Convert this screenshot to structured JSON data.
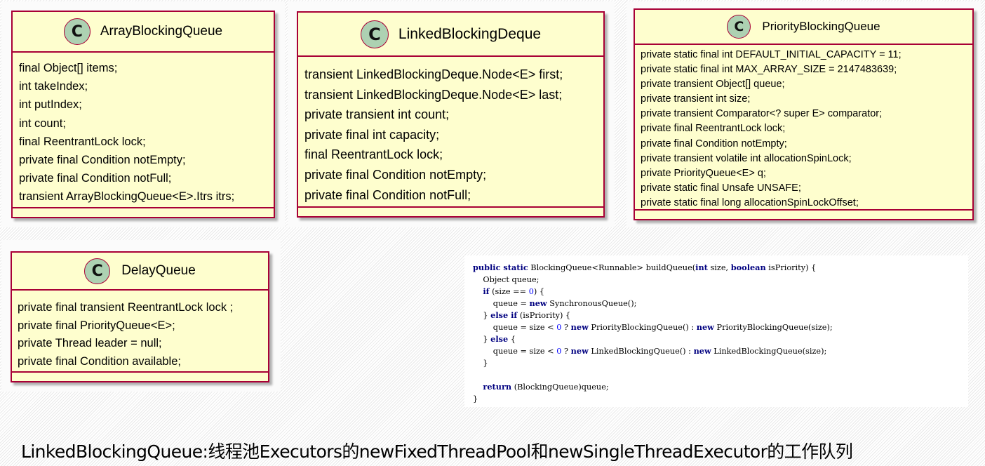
{
  "classes": {
    "array_blocking_queue": {
      "icon": "C",
      "name": "ArrayBlockingQueue",
      "fields": [
        "final Object[] items;",
        "int takeIndex;",
        "int putIndex;",
        "int count;",
        "final ReentrantLock lock;",
        "private final Condition notEmpty;",
        "private final Condition notFull;",
        "transient ArrayBlockingQueue<E>.Itrs itrs;"
      ]
    },
    "linked_blocking_deque": {
      "icon": "C",
      "name": "LinkedBlockingDeque",
      "fields": [
        "transient LinkedBlockingDeque.Node<E> first;",
        "transient LinkedBlockingDeque.Node<E> last;",
        "private transient int count;",
        "private final int capacity;",
        "final ReentrantLock lock;",
        "private final Condition notEmpty;",
        "private final Condition notFull;"
      ]
    },
    "priority_blocking_queue": {
      "icon": "C",
      "name": "PriorityBlockingQueue",
      "fields": [
        "private static final int DEFAULT_INITIAL_CAPACITY = 11;",
        "private static final int MAX_ARRAY_SIZE = 2147483639;",
        "private transient Object[] queue;",
        "private transient int size;",
        "private transient Comparator<? super E> comparator;",
        "private final ReentrantLock lock;",
        "private final Condition notEmpty;",
        "private transient volatile int allocationSpinLock;",
        "private PriorityQueue<E> q;",
        "private static final Unsafe UNSAFE;",
        "private static final long allocationSpinLockOffset;"
      ]
    },
    "delay_queue": {
      "icon": "C",
      "name": "DelayQueue",
      "fields": [
        "private final transient ReentrantLock lock ;",
        "private final PriorityQueue<E>;",
        "private Thread leader = null;",
        "private final Condition available;"
      ]
    }
  },
  "code": {
    "lines": [
      [
        {
          "t": "public static",
          "k": "kw"
        },
        {
          "t": " BlockingQueue<Runnable> buildQueue("
        },
        {
          "t": "int",
          "k": "kw"
        },
        {
          "t": " size, "
        },
        {
          "t": "boolean",
          "k": "kw"
        },
        {
          "t": " isPriority) {"
        }
      ],
      [
        {
          "t": "    Object queue;"
        }
      ],
      [
        {
          "t": "    "
        },
        {
          "t": "if",
          "k": "kw"
        },
        {
          "t": " (size == "
        },
        {
          "t": "0",
          "k": "num"
        },
        {
          "t": ") {"
        }
      ],
      [
        {
          "t": "        queue = "
        },
        {
          "t": "new",
          "k": "kw"
        },
        {
          "t": " SynchronousQueue();"
        }
      ],
      [
        {
          "t": "    } "
        },
        {
          "t": "else if",
          "k": "kw"
        },
        {
          "t": " (isPriority) {"
        }
      ],
      [
        {
          "t": "        queue = size < "
        },
        {
          "t": "0",
          "k": "num"
        },
        {
          "t": " ? "
        },
        {
          "t": "new",
          "k": "kw"
        },
        {
          "t": " PriorityBlockingQueue() : "
        },
        {
          "t": "new",
          "k": "kw"
        },
        {
          "t": " PriorityBlockingQueue(size);"
        }
      ],
      [
        {
          "t": "    } "
        },
        {
          "t": "else",
          "k": "kw"
        },
        {
          "t": " {"
        }
      ],
      [
        {
          "t": "        queue = size < "
        },
        {
          "t": "0",
          "k": "num"
        },
        {
          "t": " ? "
        },
        {
          "t": "new",
          "k": "kw"
        },
        {
          "t": " LinkedBlockingQueue() : "
        },
        {
          "t": "new",
          "k": "kw"
        },
        {
          "t": " LinkedBlockingQueue(size);"
        }
      ],
      [
        {
          "t": "    }"
        }
      ],
      [
        {
          "t": ""
        }
      ],
      [
        {
          "t": "    "
        },
        {
          "t": "return",
          "k": "kw"
        },
        {
          "t": " (BlockingQueue)queue;"
        }
      ],
      [
        {
          "t": "}"
        }
      ]
    ]
  },
  "caption": "LinkedBlockingQueue:线程池Executors的newFixedThreadPool和newSingleThreadExecutor的工作队列",
  "colors": {
    "class_fill": "#fefece",
    "class_border": "#a80036",
    "icon_fill": "#add1b2",
    "keyword": "#000080",
    "number": "#0000ff"
  }
}
